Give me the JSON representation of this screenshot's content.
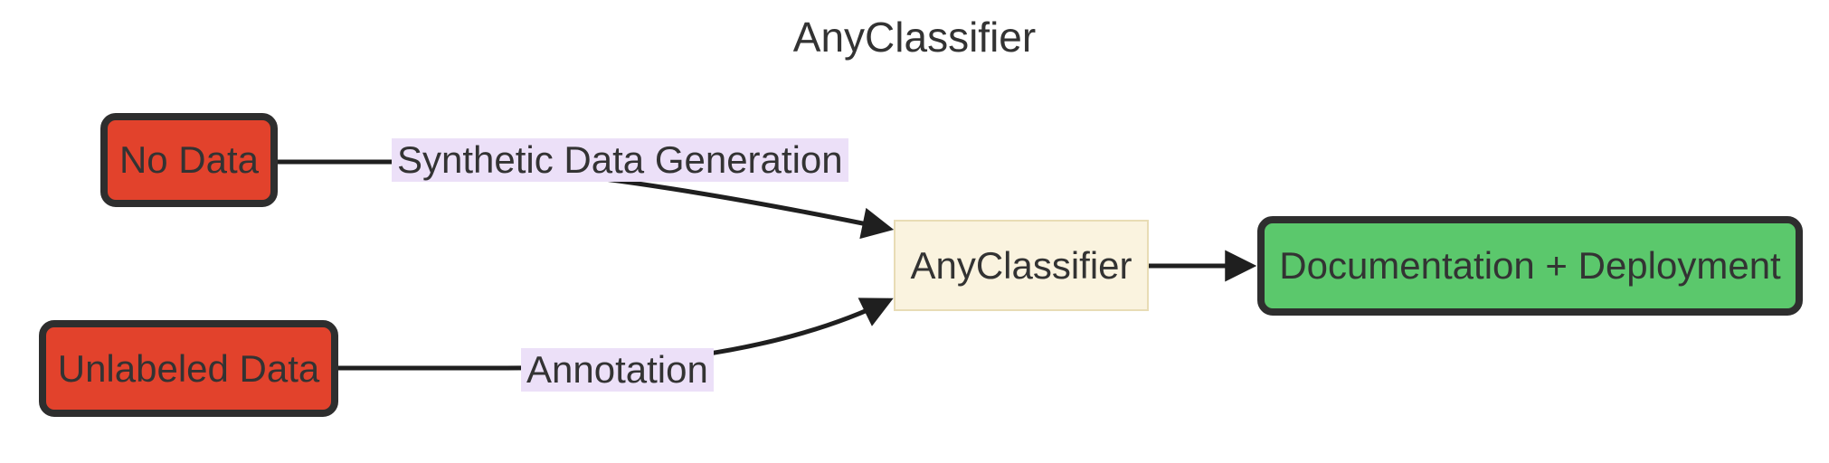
{
  "title": "AnyClassifier",
  "nodes": {
    "no_data": {
      "label": "No Data",
      "type": "input"
    },
    "unlabeled_data": {
      "label": "Unlabeled Data",
      "type": "input"
    },
    "classifier": {
      "label": "AnyClassifier",
      "type": "process"
    },
    "deployment": {
      "label": "Documentation + Deployment",
      "type": "output"
    }
  },
  "edges": [
    {
      "from": "no_data",
      "to": "classifier",
      "label": "Synthetic Data Generation"
    },
    {
      "from": "unlabeled_data",
      "to": "classifier",
      "label": "Annotation"
    },
    {
      "from": "classifier",
      "to": "deployment",
      "label": ""
    }
  ],
  "colors": {
    "background": "#ffffff",
    "input_node_fill": "#e2422c",
    "output_node_fill": "#5bc86c",
    "dark_node_border": "#2e2e2e",
    "process_node_fill": "#faf3df",
    "process_node_border": "#e8dcb5",
    "edge_label_bg": "#ece0f8",
    "edge_line": "#1f1f1f",
    "text": "#333333"
  }
}
